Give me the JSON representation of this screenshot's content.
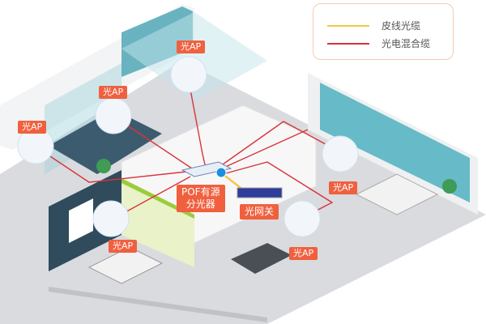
{
  "legend": {
    "items": [
      {
        "label": "皮线光缆",
        "color": "#f5c842"
      },
      {
        "label": "光电混合缆",
        "color": "#d9343a"
      }
    ]
  },
  "labels": {
    "ap1": "光AP",
    "ap2": "光AP",
    "ap3": "光AP",
    "ap4": "光AP",
    "ap5": "光AP",
    "ap6": "光AP",
    "splitter_line1": "POF有源",
    "splitter_line2": "分光器",
    "gateway": "光网关"
  },
  "colors": {
    "tag": "#f0603f",
    "floor": "#d6d8db",
    "window": "#5fb7c4",
    "hybrid_cable": "#d9343a",
    "drop_cable": "#f5c842"
  }
}
